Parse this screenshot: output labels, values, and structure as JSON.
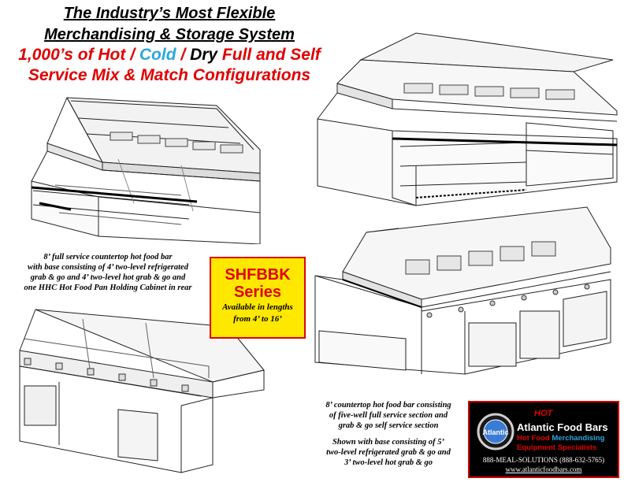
{
  "header": {
    "line1": "The Industry’s Most Flexible",
    "line2": "Merchandising & Storage System",
    "line3_part1": "1,000’s of Hot / ",
    "line3_cold": "Cold",
    "line3_part2": " / ",
    "line3_dry": "Dry",
    "line3_part3": " Full and Self",
    "line4": "Service Mix & Match Configurations"
  },
  "caption_left": {
    "lines": [
      "8’ full service countertop hot food bar",
      "with base consisting of 4’ two-level refrigerated",
      "grab & go and 4’ two-level hot grab & go and",
      "one HHC Hot Food Pan Holding Cabinet in rear"
    ]
  },
  "series": {
    "name": "SHFBBK",
    "label": "Series",
    "note1": "Available in lengths",
    "note2": "from 4’ to 16’"
  },
  "caption_right": {
    "block1": [
      "8’ countertop hot food bar consisting",
      "of five-well full service section and",
      "grab & go self service section"
    ],
    "block2": [
      "Shown with base consisting of 5’",
      "two-level refrigerated grab & go and",
      "3’ two-level hot grab & go"
    ]
  },
  "logo": {
    "hot_tag": "HOT",
    "company": "Atlantic Food Bars",
    "tagline1a": "Hot Food ",
    "tagline1b": "Merchandising",
    "tagline2": "Equipment Specialists",
    "phone": "888-MEAL-SOLUTIONS  (888-632-5765)",
    "url": "www.atlanticfoodbars.com",
    "badge_text": "Atlantic"
  },
  "colors": {
    "red": "#e00000",
    "cold_blue": "#2aa7e0",
    "badge_yellow": "#ffe800"
  }
}
